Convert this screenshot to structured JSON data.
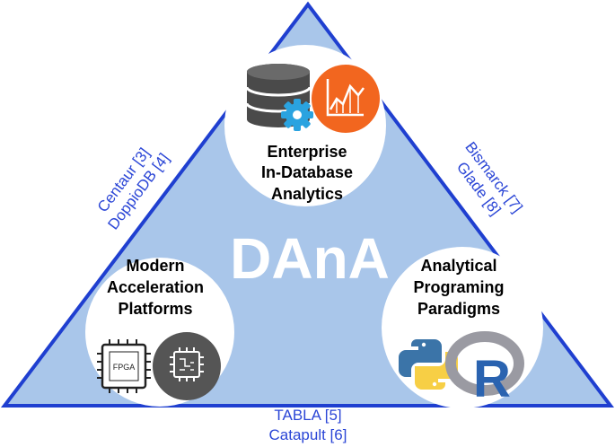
{
  "center_title": "DAnA",
  "corners": {
    "top": {
      "lines": [
        "Enterprise",
        "In-Database",
        "Analytics"
      ]
    },
    "left": {
      "lines": [
        "Modern",
        "Acceleration",
        "Platforms"
      ]
    },
    "right": {
      "lines": [
        "Analytical",
        "Programing",
        "Paradigms"
      ]
    }
  },
  "edges": {
    "left": [
      "Centaur [3]",
      "DoppioDB [4]"
    ],
    "right": [
      "Bismarck [7]",
      "Glade [8]"
    ],
    "bottom": [
      "TABLA [5]",
      "Catapult [6]"
    ]
  },
  "icons": {
    "fpga_chip_label": "FPGA",
    "r_logo_letter": "R"
  },
  "colors": {
    "triangle_fill": "#a9c6ea",
    "triangle_stroke": "#1f3fd0",
    "edge_text": "#2b46d6",
    "orange": "#f2661f",
    "database": "#4a4a4a",
    "gear": "#2aa3e0",
    "chip_dark": "#555555",
    "python_blue": "#3b74a8",
    "python_yellow": "#f7cf45",
    "r_blue": "#2a63b0",
    "r_gray": "#9a9aa2"
  }
}
